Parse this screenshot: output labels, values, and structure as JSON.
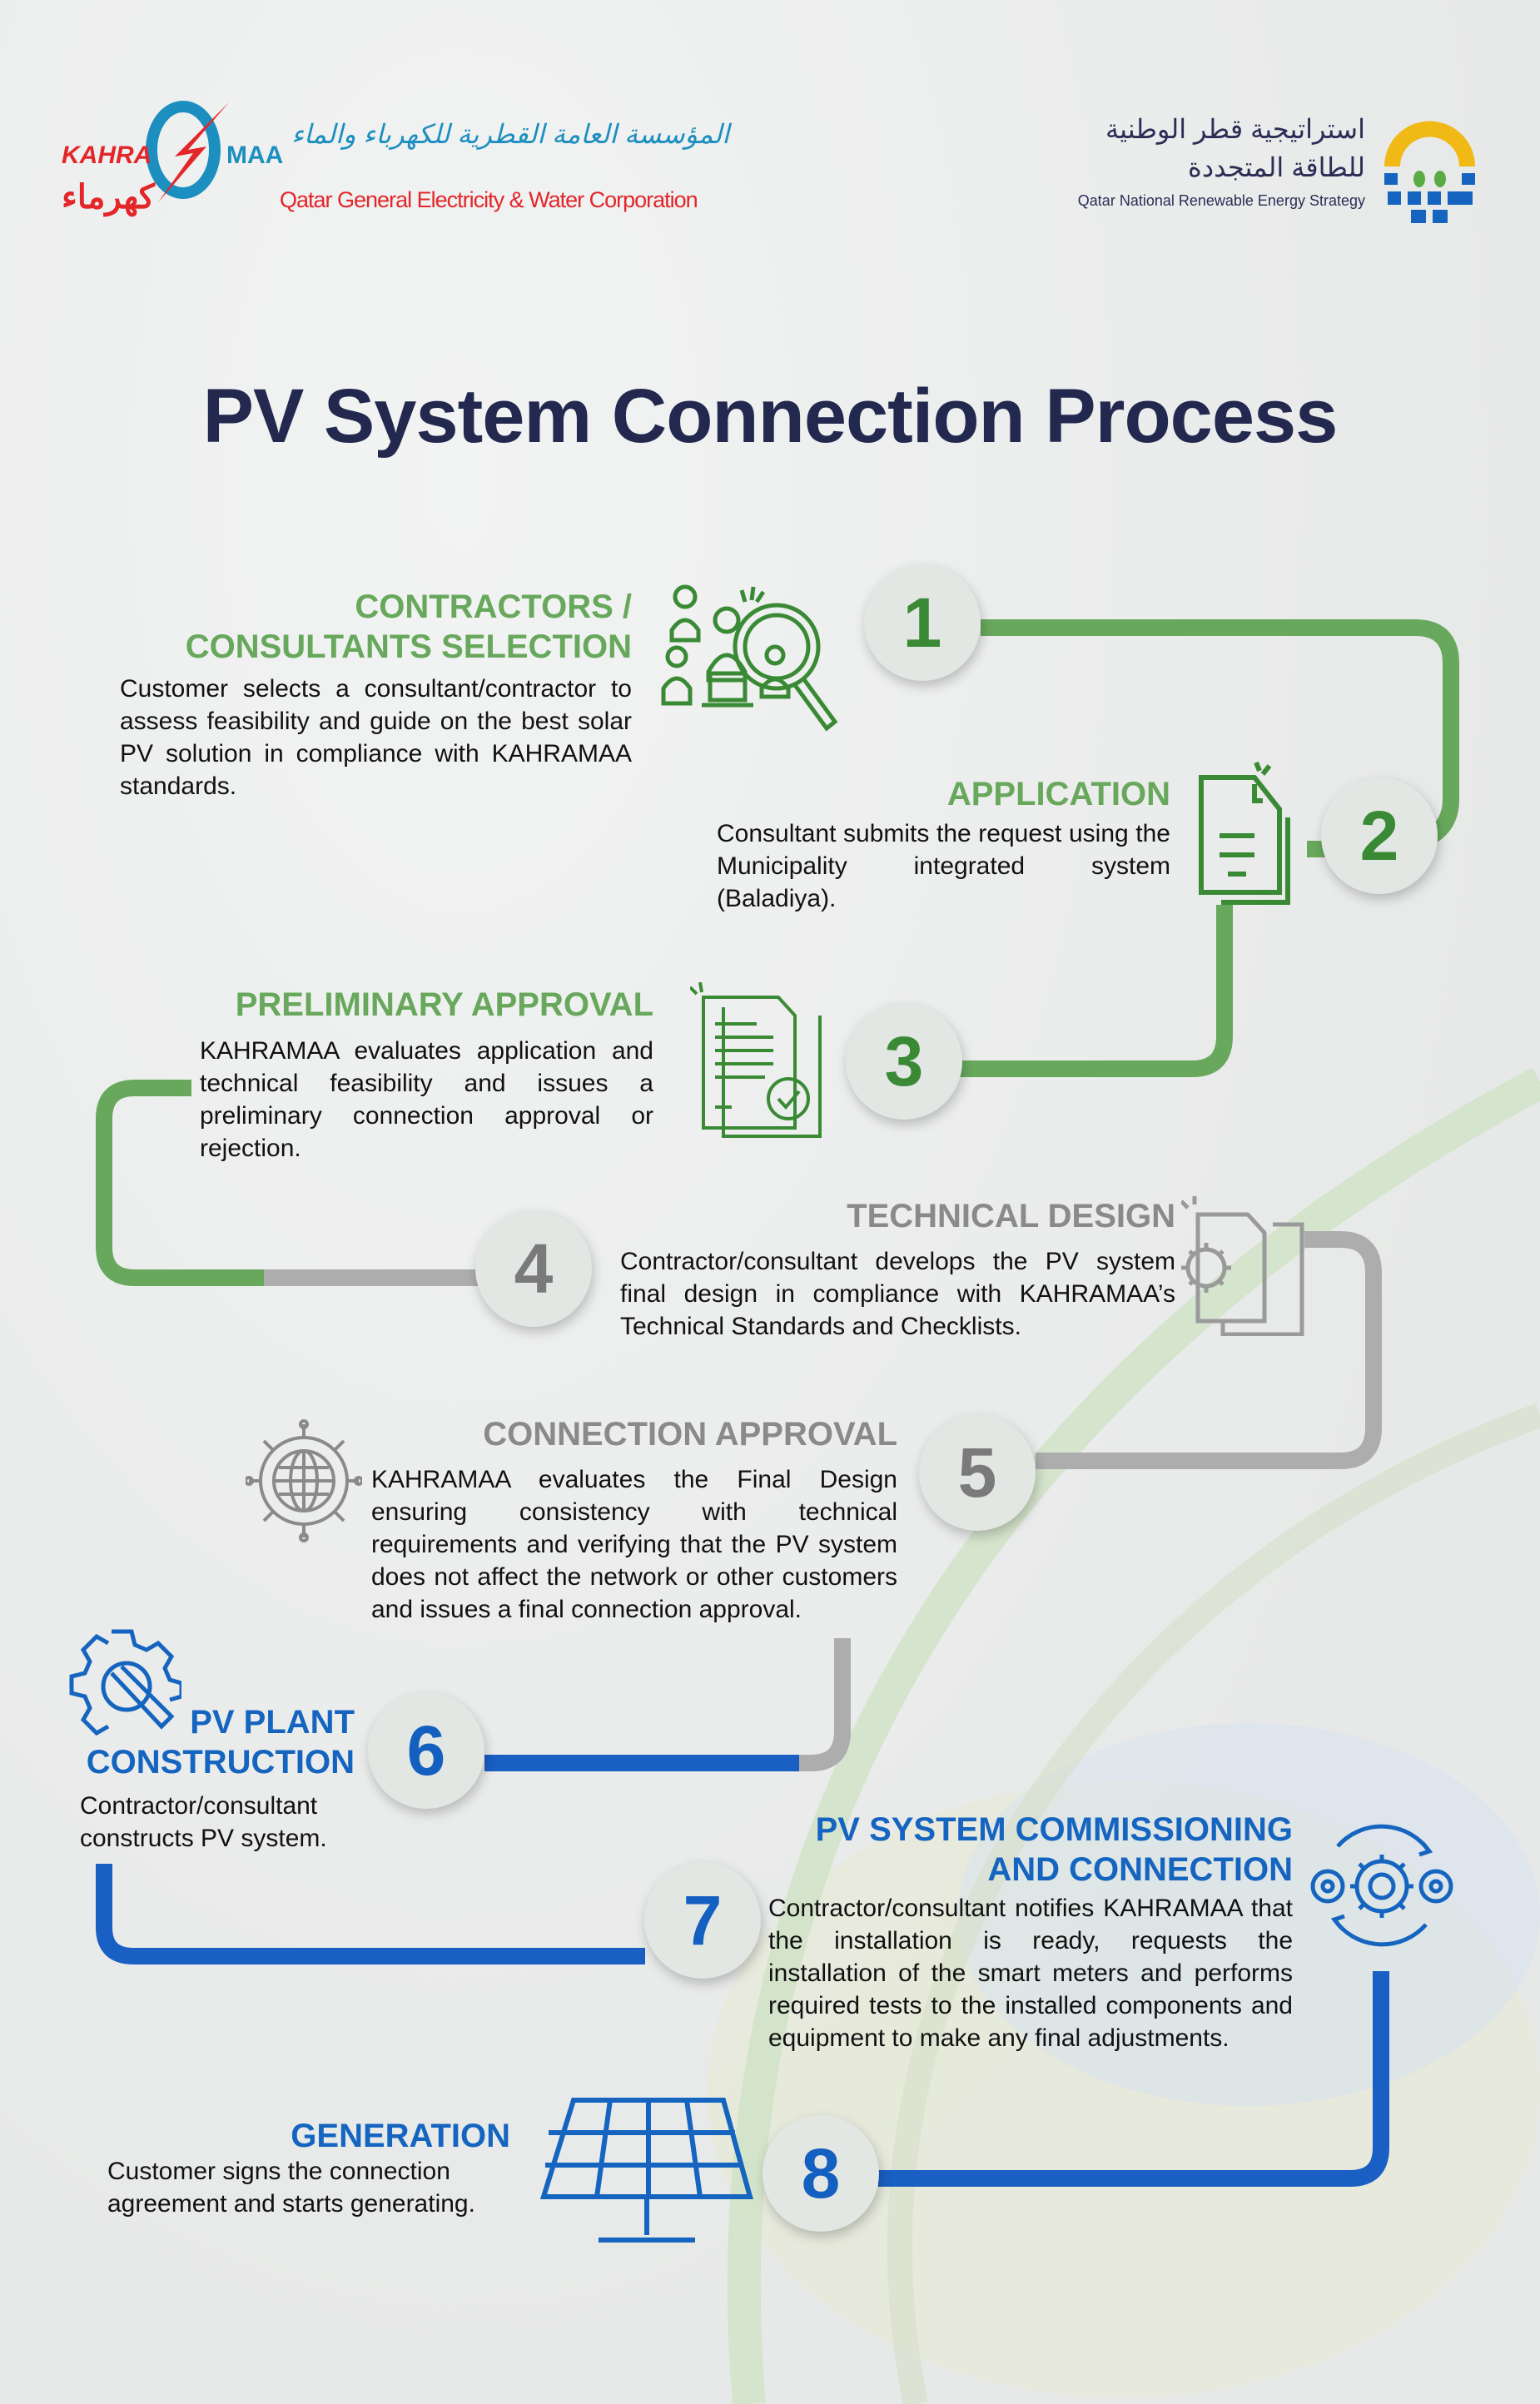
{
  "header": {
    "kahramaa": {
      "left_word": "KAHRA",
      "right_word": "MAA",
      "arabic_name": "المؤسسة العامة القطرية للكهرباء والماء",
      "arabic_short": "كهرماء",
      "english_name": "Qatar General Electricity & Water Corporation"
    },
    "qnres": {
      "arabic_line1": "استراتيجية قطر الوطنية",
      "arabic_line2": "للطاقة المتجددة",
      "english_name": "Qatar National Renewable Energy Strategy"
    }
  },
  "title": "PV System Connection Process",
  "steps": [
    {
      "number": "1",
      "heading_lines": [
        "CONTRACTORS /",
        "CONSULTANTS SELECTION"
      ],
      "body": "Customer selects a consultant/contractor to assess feasibility and guide on the best solar PV solution in compliance with KAHRAMAA standards.",
      "icon": "contractors-search-icon"
    },
    {
      "number": "2",
      "heading_lines": [
        "APPLICATION"
      ],
      "body": "Consultant submits the request using the Municipality integrated system (Baladiya).",
      "icon": "document-icon"
    },
    {
      "number": "3",
      "heading_lines": [
        "PRELIMINARY APPROVAL"
      ],
      "body": "KAHRAMAA evaluates application and technical feasibility and issues a preliminary connection approval or rejection.",
      "icon": "document-check-icon"
    },
    {
      "number": "4",
      "heading_lines": [
        "TECHNICAL DESIGN"
      ],
      "body": "Contractor/consultant develops the PV system final design in compliance with KAHRAMAA’s Technical Standards and Checklists.",
      "icon": "gear-document-icon"
    },
    {
      "number": "5",
      "heading_lines": [
        "CONNECTION APPROVAL"
      ],
      "body": "KAHRAMAA evaluates the Final Design ensuring consistency with technical requirements and verifying that the PV system does not affect the network or other customers and issues a final connection approval.",
      "icon": "globe-network-icon"
    },
    {
      "number": "6",
      "heading_lines": [
        "PV PLANT",
        "CONSTRUCTION"
      ],
      "body": "Contractor/consultant constructs PV system.",
      "icon": "wrench-gear-icon"
    },
    {
      "number": "7",
      "heading_lines": [
        "PV SYSTEM COMMISSIONING",
        "AND CONNECTION"
      ],
      "body": "Contractor/consultant notifies KAHRAMAA that the installation is ready, requests the installation of the smart meters and performs required tests to the installed components and equipment to make any final adjustments.",
      "icon": "gears-cycle-icon"
    },
    {
      "number": "8",
      "heading_lines": [
        "GENERATION"
      ],
      "body": "Customer signs the connection agreement and starts generating.",
      "icon": "solar-panel-icon"
    }
  ],
  "colors": {
    "green": "#68a85c",
    "gray": "#a9a9a9",
    "blue": "#1565c0",
    "title": "#23284f"
  }
}
